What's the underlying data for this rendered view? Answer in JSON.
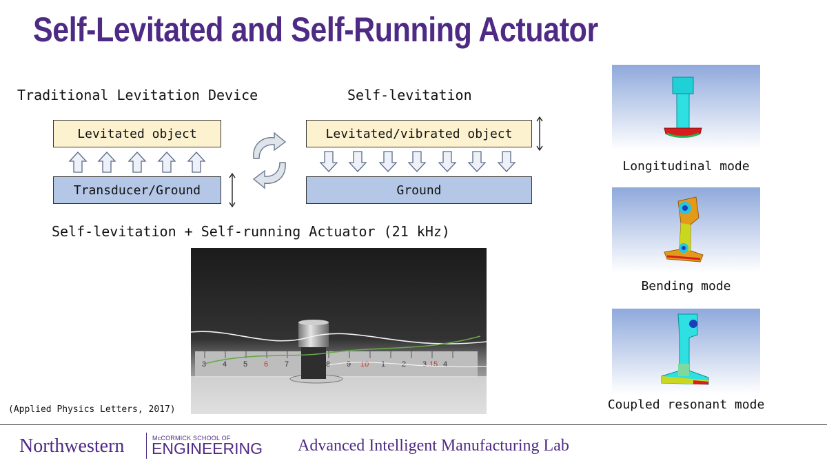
{
  "title": "Self-Levitated and Self-Running Actuator",
  "traditional": {
    "heading": "Traditional Levitation Device",
    "top_box": "Levitated object",
    "bottom_box": "Transducer/Ground"
  },
  "self_levitation": {
    "heading": "Self-levitation",
    "top_box": "Levitated/vibrated object",
    "bottom_box": "Ground"
  },
  "actuator_heading": "Self-levitation + Self-running Actuator (21 kHz)",
  "citation": "(Applied Physics Letters, 2017)",
  "modes": [
    {
      "label": "Longitudinal mode"
    },
    {
      "label": "Bending mode"
    },
    {
      "label": "Coupled resonant mode"
    }
  ],
  "footer": {
    "university": "Northwestern",
    "school_small": "McCORMICK SCHOOL OF",
    "school_large": "ENGINEERING",
    "lab": "Advanced Intelligent Manufacturing Lab"
  },
  "colors": {
    "brand_purple": "#4e2a84",
    "box_yellow": "#fdf2d0",
    "box_blue": "#b4c7e7"
  },
  "ruler_numbers": [
    "3",
    "4",
    "5",
    "6",
    "7",
    "8",
    "9",
    "10",
    "1",
    "2",
    "3",
    "4",
    "15"
  ],
  "icons": [
    "up-arrow-icon",
    "down-arrow-icon",
    "cycle-arrows-icon",
    "double-vertical-arrow-icon"
  ]
}
